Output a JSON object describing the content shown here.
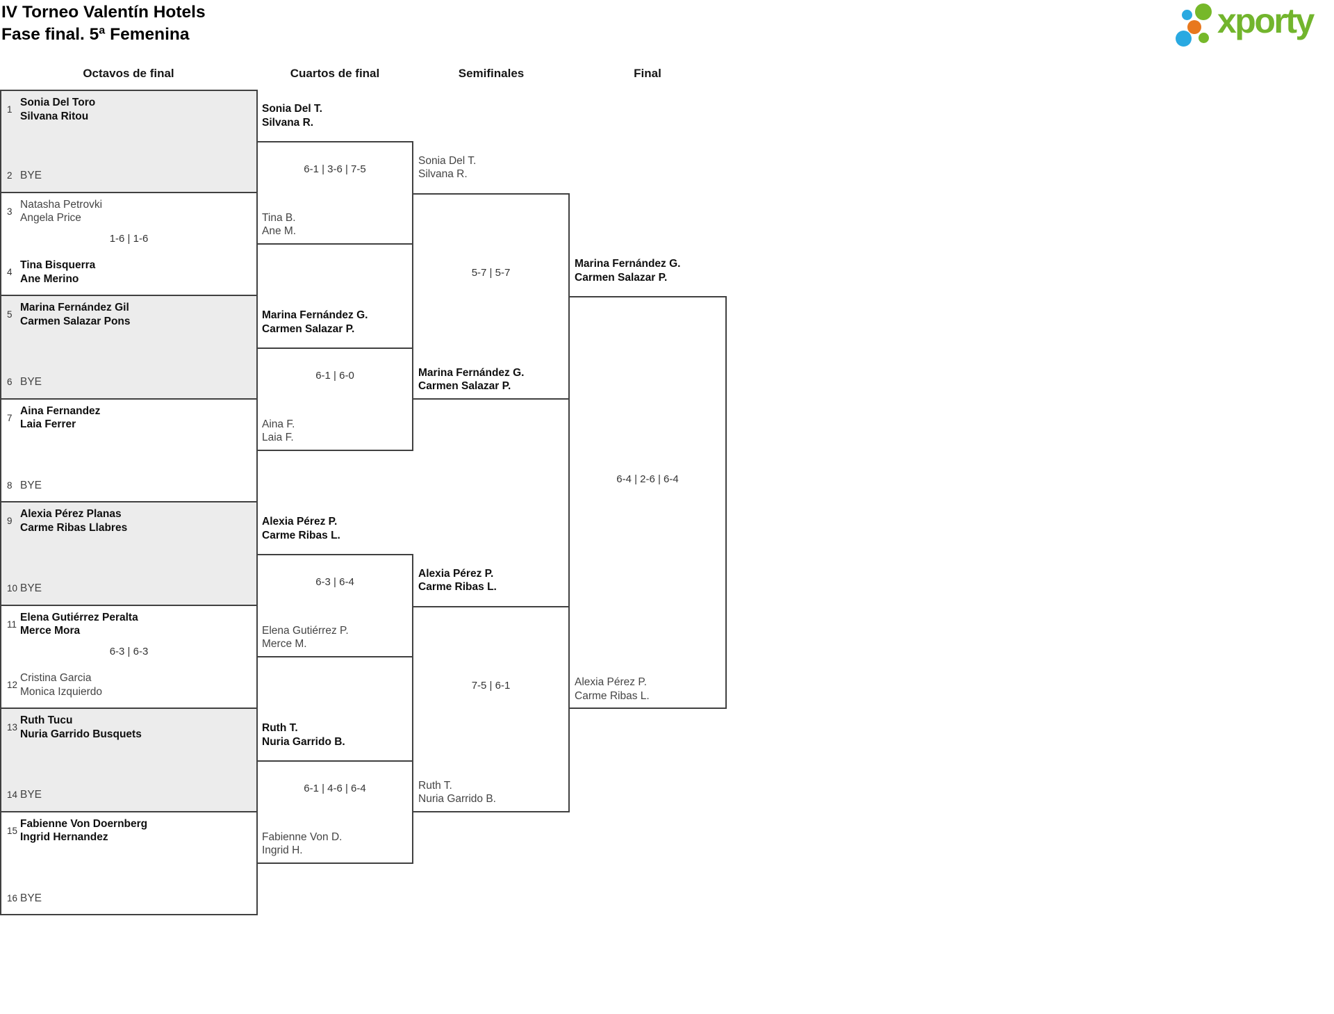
{
  "header": {
    "title_line1": "IV Torneo Valentín Hotels",
    "title_line2": "Fase final. 5ª Femenina",
    "logo_text": "xporty"
  },
  "colors": {
    "brand_green": "#72b52d",
    "dot_blue": "#29a9e1",
    "dot_orange": "#e8781e",
    "dot_green": "#76b82a",
    "shaded_box": "#ececec",
    "line": "#404040"
  },
  "columns": [
    {
      "label": "Octavos de final"
    },
    {
      "label": "Cuartos de final"
    },
    {
      "label": "Semifinales"
    },
    {
      "label": "Final"
    }
  ],
  "round16": [
    {
      "seed_top": "1",
      "team_top": [
        "Sonia Del Toro",
        "Silvana Ritou"
      ],
      "top_bold": true,
      "seed_bottom": "2",
      "team_bottom": [
        "BYE"
      ],
      "bottom_bold": false,
      "score": "",
      "shaded": true
    },
    {
      "seed_top": "3",
      "team_top": [
        "Natasha Petrovki",
        "Angela Price"
      ],
      "top_bold": false,
      "seed_bottom": "4",
      "team_bottom": [
        "Tina Bisquerra",
        "Ane Merino"
      ],
      "bottom_bold": true,
      "score": "1-6 | 1-6",
      "shaded": false
    },
    {
      "seed_top": "5",
      "team_top": [
        "Marina Fernández Gil",
        "Carmen Salazar Pons"
      ],
      "top_bold": true,
      "seed_bottom": "6",
      "team_bottom": [
        "BYE"
      ],
      "bottom_bold": false,
      "score": "",
      "shaded": true
    },
    {
      "seed_top": "7",
      "team_top": [
        "Aina Fernandez",
        "Laia Ferrer"
      ],
      "top_bold": true,
      "seed_bottom": "8",
      "team_bottom": [
        "BYE"
      ],
      "bottom_bold": false,
      "score": "",
      "shaded": false
    },
    {
      "seed_top": "9",
      "team_top": [
        "Alexia Pérez Planas",
        "Carme Ribas Llabres"
      ],
      "top_bold": true,
      "seed_bottom": "10",
      "team_bottom": [
        "BYE"
      ],
      "bottom_bold": false,
      "score": "",
      "shaded": true
    },
    {
      "seed_top": "11",
      "team_top": [
        "Elena Gutiérrez Peralta",
        "Merce Mora"
      ],
      "top_bold": true,
      "seed_bottom": "12",
      "team_bottom": [
        "Cristina Garcia",
        "Monica Izquierdo"
      ],
      "bottom_bold": false,
      "score": "6-3 | 6-3",
      "shaded": false
    },
    {
      "seed_top": "13",
      "team_top": [
        "Ruth Tucu",
        "Nuria Garrido Busquets"
      ],
      "top_bold": true,
      "seed_bottom": "14",
      "team_bottom": [
        "BYE"
      ],
      "bottom_bold": false,
      "score": "",
      "shaded": true
    },
    {
      "seed_top": "15",
      "team_top": [
        "Fabienne Von Doernberg",
        "Ingrid Hernandez"
      ],
      "top_bold": true,
      "seed_bottom": "16",
      "team_bottom": [
        "BYE"
      ],
      "bottom_bold": false,
      "score": "",
      "shaded": false
    }
  ],
  "quarterfinals": [
    {
      "top_team": [
        "Sonia Del T.",
        "Silvana R."
      ],
      "top_bold": true,
      "bottom_team": [
        "Tina B.",
        "Ane M."
      ],
      "bottom_bold": false,
      "score": "6-1 | 3-6 | 7-5"
    },
    {
      "top_team": [
        "Marina Fernández G.",
        "Carmen Salazar P."
      ],
      "top_bold": true,
      "bottom_team": [
        "Aina F.",
        "Laia F."
      ],
      "bottom_bold": false,
      "score": "6-1 | 6-0"
    },
    {
      "top_team": [
        "Alexia Pérez P.",
        "Carme Ribas L."
      ],
      "top_bold": true,
      "bottom_team": [
        "Elena Gutiérrez P.",
        "Merce M."
      ],
      "bottom_bold": false,
      "score": "6-3 | 6-4"
    },
    {
      "top_team": [
        "Ruth T.",
        "Nuria Garrido B."
      ],
      "top_bold": true,
      "bottom_team": [
        "Fabienne Von D.",
        "Ingrid H."
      ],
      "bottom_bold": false,
      "score": "6-1 | 4-6 | 6-4"
    }
  ],
  "semifinals": [
    {
      "top_team": [
        "Sonia Del T.",
        "Silvana R."
      ],
      "top_bold": false,
      "bottom_team": [
        "Marina Fernández G.",
        "Carmen Salazar P."
      ],
      "bottom_bold": true,
      "score": "5-7 | 5-7"
    },
    {
      "top_team": [
        "Alexia Pérez P.",
        "Carme Ribas L."
      ],
      "top_bold": true,
      "bottom_team": [
        "Ruth T.",
        "Nuria Garrido B."
      ],
      "bottom_bold": false,
      "score": "7-5 | 6-1"
    }
  ],
  "final": {
    "top_team": [
      "Marina Fernández G.",
      "Carmen Salazar P."
    ],
    "top_bold": true,
    "bottom_team": [
      "Alexia Pérez P.",
      "Carme Ribas L."
    ],
    "bottom_bold": false,
    "score": "6-4 | 2-6 | 6-4"
  }
}
